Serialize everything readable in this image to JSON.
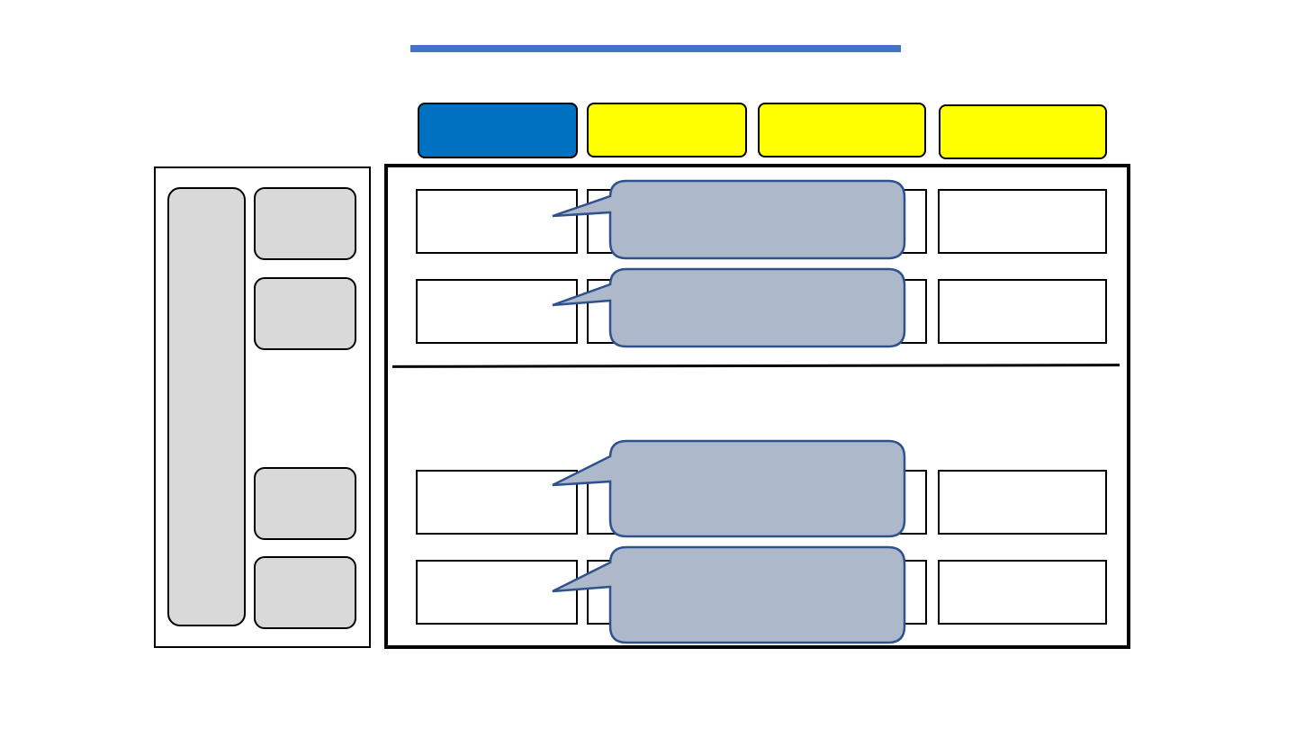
{
  "title": "",
  "colors": {
    "title_bar": "#4472c4",
    "active_tab": "#0070c0",
    "inactive_tab": "#ffff00",
    "side_button": "#d9d9d9",
    "callout_fill": "#adb9ca",
    "callout_stroke": "#2f528f"
  },
  "tabs": [
    {
      "label": "",
      "state": "active"
    },
    {
      "label": "",
      "state": "inactive"
    },
    {
      "label": "",
      "state": "inactive"
    },
    {
      "label": "",
      "state": "inactive"
    }
  ],
  "callouts": [
    {
      "text": ""
    },
    {
      "text": ""
    },
    {
      "text": ""
    },
    {
      "text": ""
    }
  ]
}
